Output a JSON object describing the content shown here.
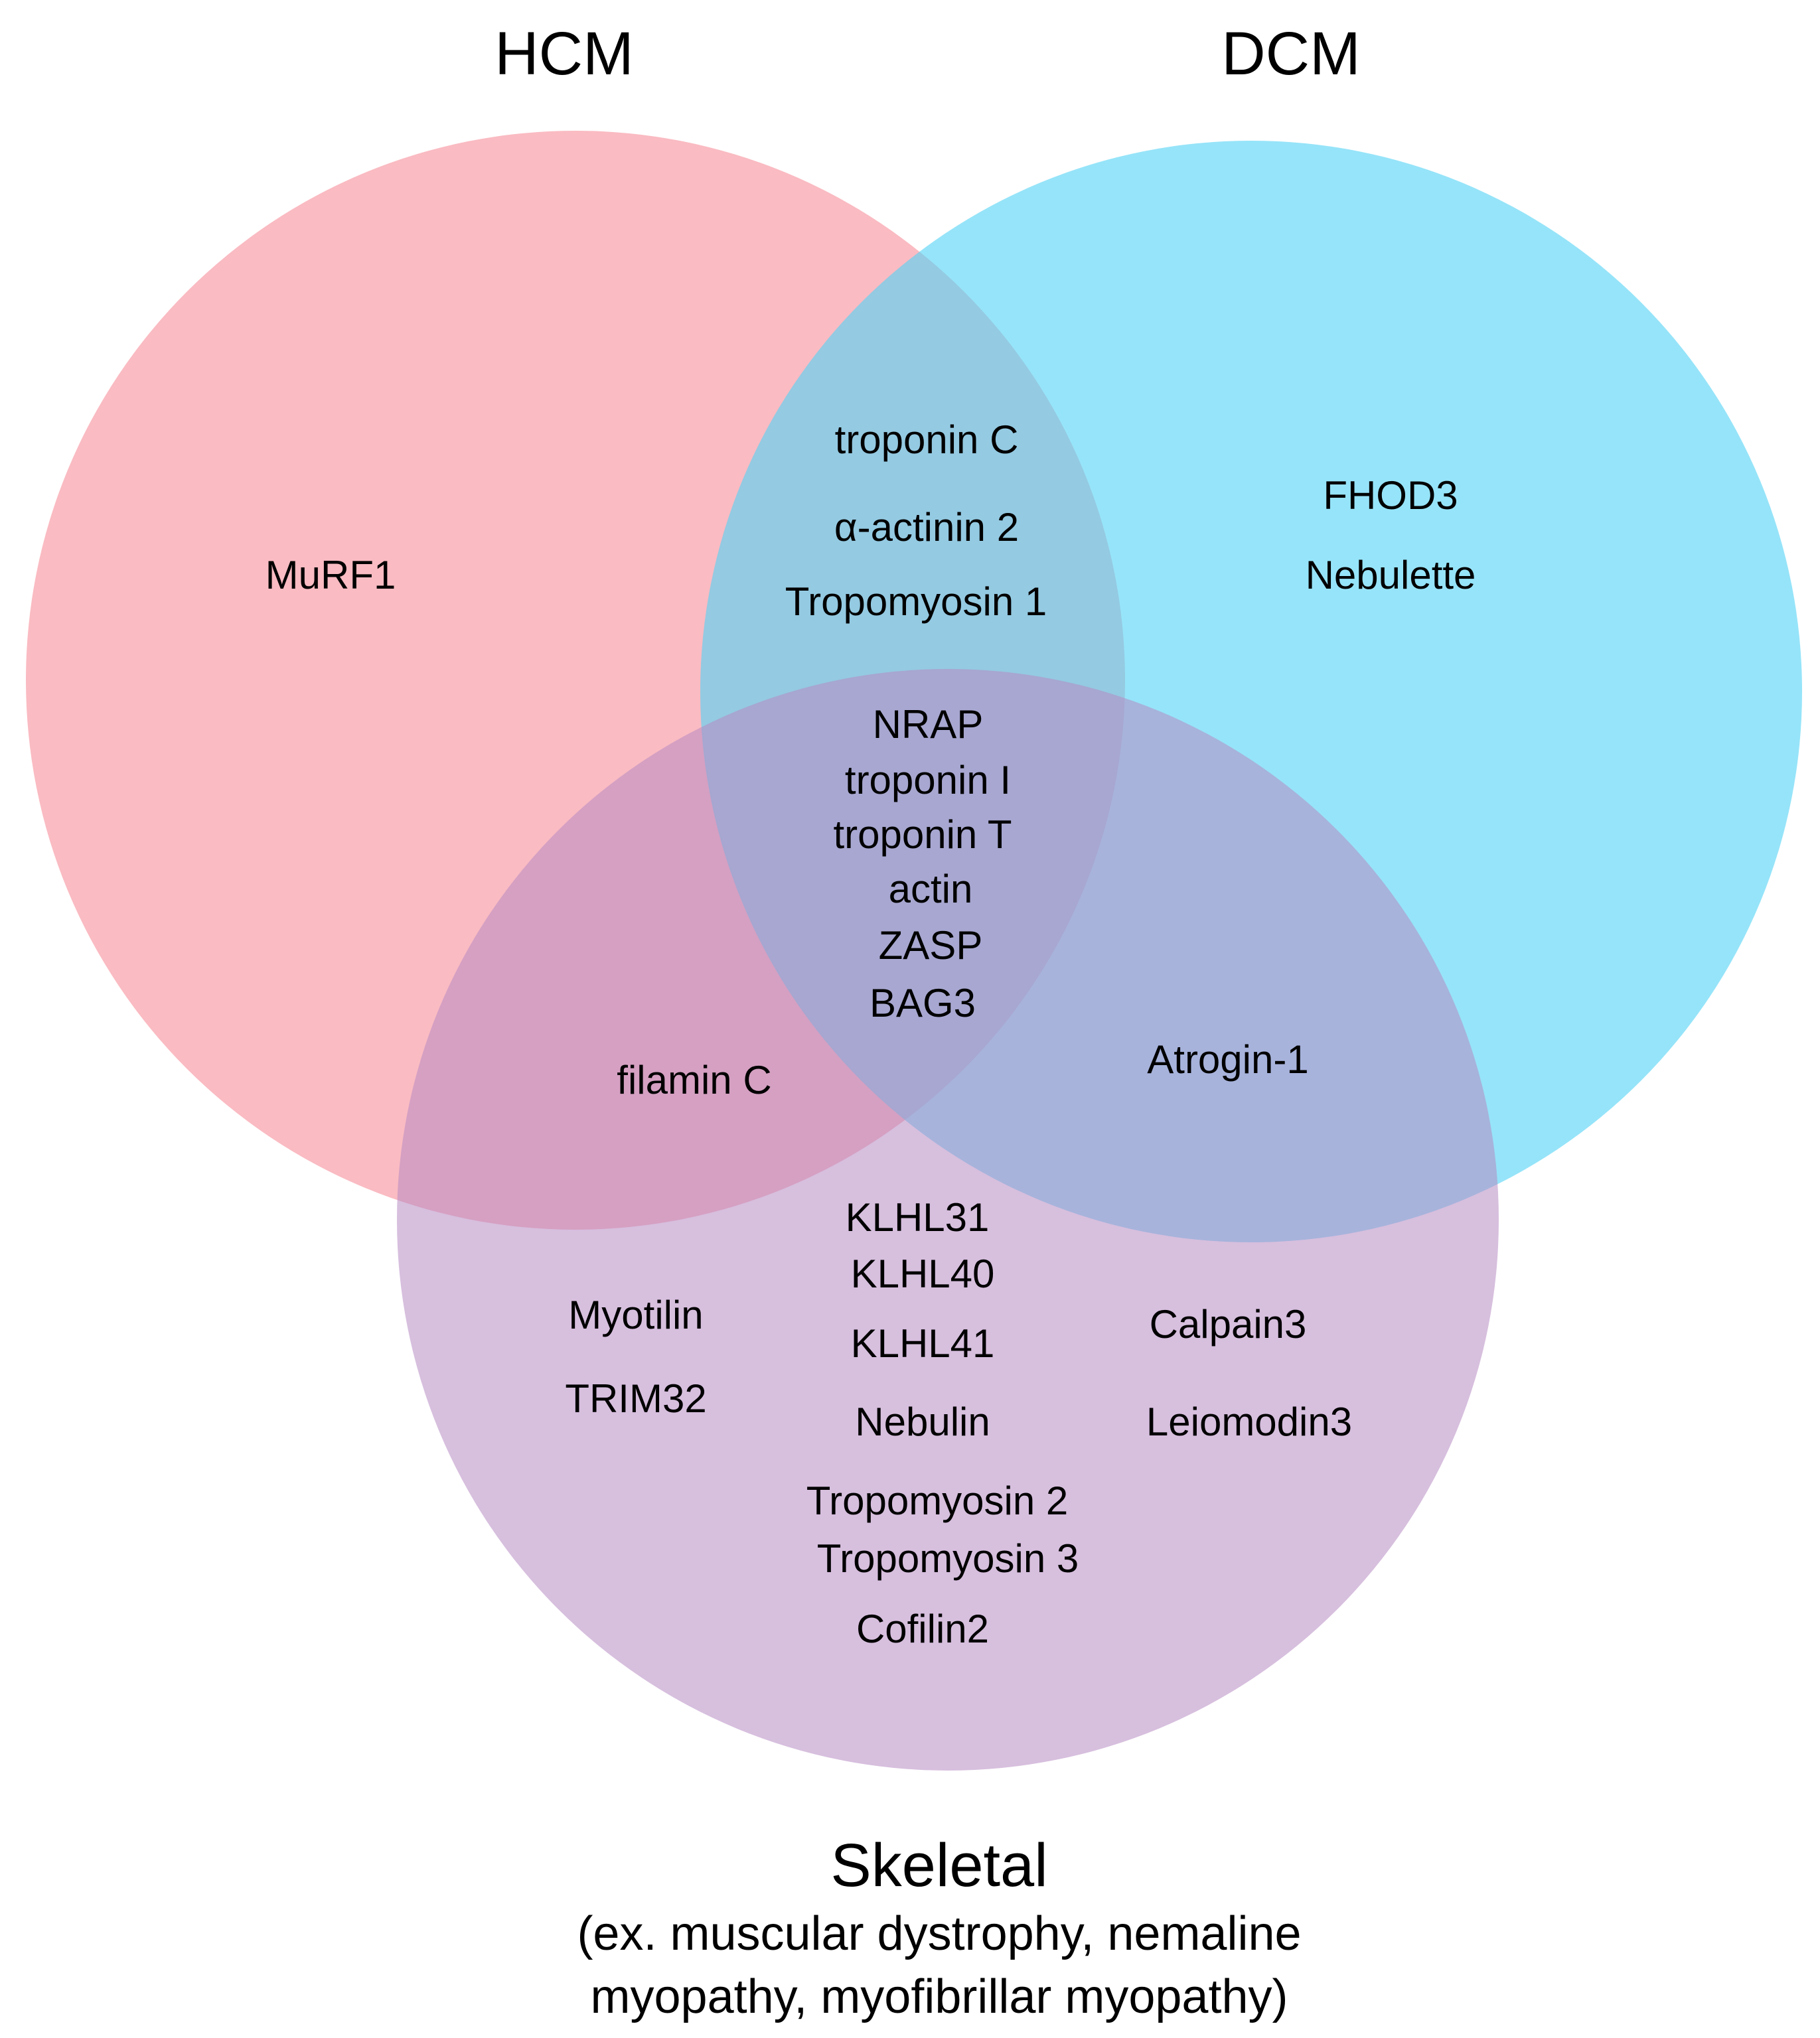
{
  "sets": {
    "hcm": {
      "label": "HCM",
      "color": "#f7929c"
    },
    "dcm": {
      "label": "DCM",
      "color": "#56d4f5"
    },
    "skeletal": {
      "label": "Skeletal",
      "color": "#b78ac2",
      "description_line1": "(ex. muscular dystrophy, nemaline",
      "description_line2": "myopathy, myofibrillar myopathy)"
    }
  },
  "regions": {
    "hcm_only": [
      "MuRF1"
    ],
    "hcm_dcm": [
      "troponin C",
      "α-actinin 2",
      "Tropomyosin 1"
    ],
    "dcm_only": [
      "FHOD3",
      "Nebulette"
    ],
    "all_three": [
      "NRAP",
      "troponin I",
      "troponin T",
      "actin",
      "ZASP",
      "BAG3"
    ],
    "hcm_skeletal": [
      "filamin C"
    ],
    "dcm_skeletal": [
      "Atrogin-1"
    ],
    "skeletal_only_center": [
      "KLHL31",
      "KLHL40",
      "KLHL41",
      "Nebulin",
      "Tropomyosin 2",
      "Tropomyosin 3",
      "Cofilin2"
    ],
    "skeletal_only_left": [
      "Myotilin",
      "TRIM32"
    ],
    "skeletal_only_right": [
      "Calpain3",
      "Leiomodin3"
    ]
  }
}
